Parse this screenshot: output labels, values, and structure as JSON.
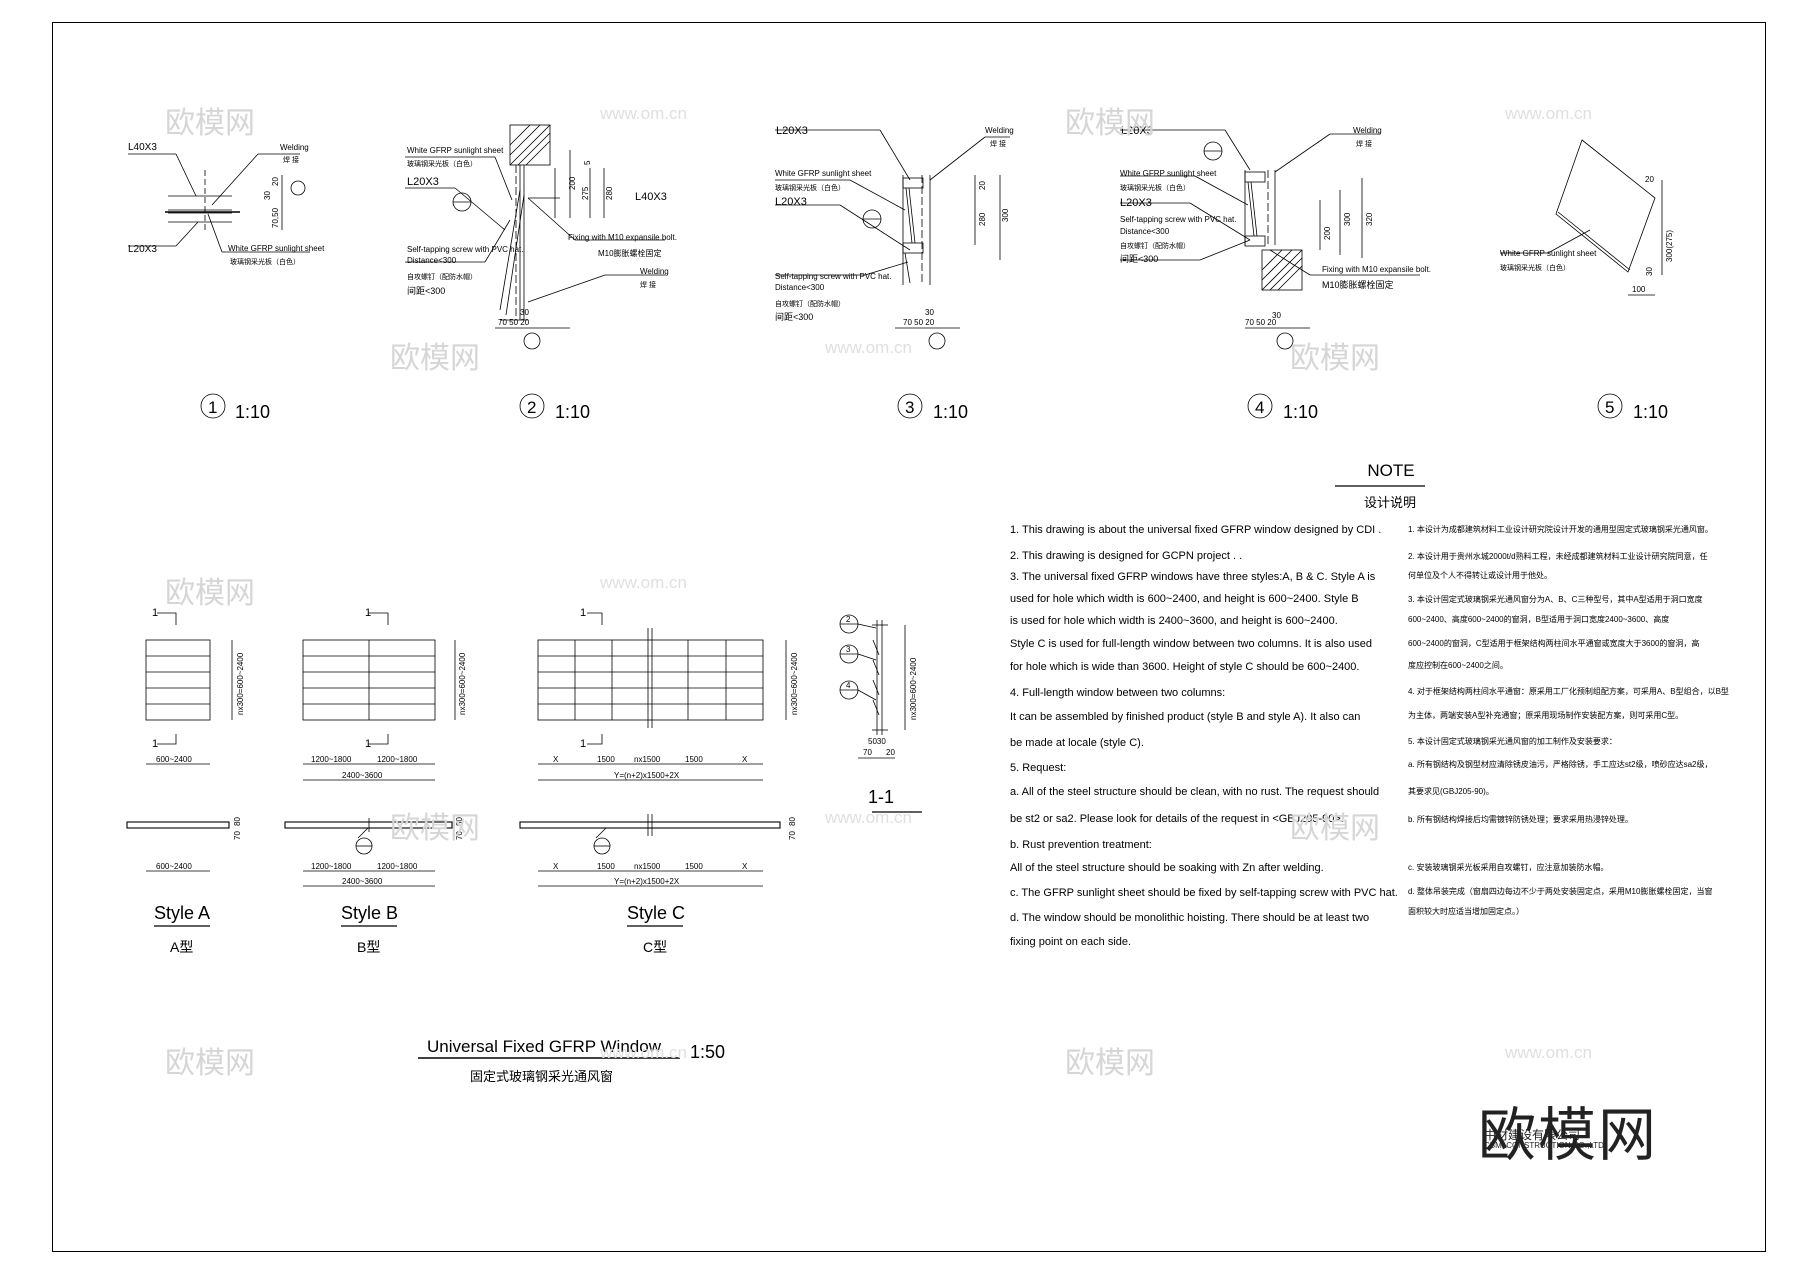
{
  "details": [
    {
      "num": "1",
      "scale": "1:10",
      "labels": {
        "top_section": "L40X3",
        "bottom_section": "L20X3",
        "weld_en": "Welding",
        "weld_cn": "焊 接",
        "sheet_en": "White GFRP sunlight sheet",
        "sheet_cn": "玻璃钢采光板（白色）"
      },
      "dims": {
        "d20": "20",
        "d30": "30",
        "d70_50": "70,50"
      }
    },
    {
      "num": "2",
      "scale": "1:10",
      "labels": {
        "sheet_en": "White GFRP sunlight sheet",
        "sheet_cn": "玻璃钢采光板（白色）",
        "l20": "L20X3",
        "l40": "L40X3",
        "fix_en": "Fixing with M10 expansile bolt.",
        "fix_cn": "M10膨胀螺栓固定",
        "screw_en1": "Self-tapping screw with PVC hat.",
        "screw_en2": "Distance<300",
        "screw_cn1": "自攻螺钉（配防水帽）",
        "screw_cn2": "间距<300",
        "weld_en": "Welding",
        "weld_cn": "焊 接"
      },
      "dims": {
        "d200": "200",
        "d275": "275",
        "d5": "5",
        "d280": "280",
        "d30": "30",
        "bottom": "70 50  20"
      }
    },
    {
      "num": "3",
      "scale": "1:10",
      "labels": {
        "l20a": "L20X3",
        "sheet_en": "White GFRP sunlight sheet",
        "sheet_cn": "玻璃钢采光板（白色）",
        "l20b": "L20X3",
        "weld_en": "Welding",
        "weld_cn": "焊 接",
        "screw_en1": "Self-tapping screw with PVC hat.",
        "screw_en2": "Distance<300",
        "screw_cn1": "自攻螺钉（配防水帽）",
        "screw_cn2": "间距<300"
      },
      "dims": {
        "d20": "20",
        "d280": "280",
        "d300": "300",
        "d30": "30",
        "bottom": "70 50  20"
      }
    },
    {
      "num": "4",
      "scale": "1:10",
      "labels": {
        "l20a": "L20X3",
        "weld_en": "Welding",
        "weld_cn": "焊 接",
        "sheet_en": "White GFRP sunlight sheet",
        "sheet_cn": "玻璃钢采光板（白色）",
        "l20b": "L20X3",
        "screw_en1": "Self-tapping screw with PVC hat.",
        "screw_en2": "Distance<300",
        "screw_cn1": "自攻螺钉（配防水帽）",
        "screw_cn2": "间距<300",
        "fix_en": "Fixing with M10 expansile bolt.",
        "fix_cn": "M10膨胀螺栓固定"
      },
      "dims": {
        "d200": "200",
        "d300": "300",
        "d320": "320",
        "d30": "30",
        "bottom": "70 50  20"
      }
    },
    {
      "num": "5",
      "scale": "1:10",
      "labels": {
        "sheet_en": "White GFRP sunlight sheet",
        "sheet_cn": "玻璃钢采光板（白色）"
      },
      "dims": {
        "d20": "20",
        "d300": "300(275)",
        "d30": "30",
        "d100": "100"
      }
    }
  ],
  "windows": {
    "section_mark": "1",
    "style_a": {
      "name": "Style A",
      "name_cn": "A型",
      "width": "600~2400",
      "height": "nx300=600~2400",
      "plan_width": "600~2400",
      "plan_d70": "70",
      "plan_d80": "80"
    },
    "style_b": {
      "name": "Style B",
      "name_cn": "B型",
      "half_w1": "1200~1800",
      "half_w2": "1200~1800",
      "width": "2400~3600",
      "height": "nx300=600~2400",
      "plan_half1": "1200~1800",
      "plan_half2": "1200~1800",
      "plan_width": "2400~3600",
      "plan_d70": "70",
      "plan_d80": "80"
    },
    "style_c": {
      "name": "Style C",
      "name_cn": "C型",
      "seg_x1": "X",
      "seg_1500a": "1500",
      "seg_n": "nx1500",
      "seg_1500b": "1500",
      "seg_x2": "X",
      "total": "Y=(n+2)x1500+2X",
      "height": "nx300=600~2400",
      "plan_d70": "70",
      "plan_d80": "80"
    },
    "section_11": {
      "title": "1-1",
      "height": "nx300=600~2400",
      "d5030": "5030",
      "d70": "70",
      "d20": "20",
      "tags": [
        "2",
        "3",
        "4"
      ]
    }
  },
  "main_title": {
    "text": "Universal Fixed GFRP Window",
    "scale": "1:50",
    "cn": "固定式玻璃钢采光通风窗"
  },
  "note": {
    "heading": "NOTE",
    "heading_cn": "设计说明",
    "en_lines": [
      "1. This drawing is about the universal fixed GFRP window designed by CDI .",
      "2. This drawing is designed for GCPN project . .",
      "3. The universal fixed GFRP windows have three styles:A, B & C. Style A is",
      "    used for hole which width is 600~2400, and height is 600~2400. Style B",
      "    is used  for hole which width is 2400~3600, and height is 600~2400.",
      "    Style C is used for full-length window between two columns. It is also used",
      "    for hole which is wide than 3600. Height of style C should be 600~2400.",
      "4. Full-length window between two columns:",
      "     It can be assembled by finished product (style B and style A). It also can",
      "     be made at locale (style C).",
      "5. Request:",
      "a. All of the steel structure should be clean, with no rust. The request should",
      "    be st2 or  sa2. Please look for details of the request in <GBJ205-90>.",
      "b. Rust prevention treatment:",
      "    All of the steel structure should be soaking with Zn after welding.",
      "c. The GFRP sunlight sheet should be fixed by self-tapping screw with PVC hat.",
      "d. The window should be monolithic hoisting. There should be at least two",
      "        fixing point on each side."
    ],
    "cn_lines": [
      "1. 本设计为成都建筑材料工业设计研究院设计开发的通用型固定式玻璃钢采光通风窗。",
      "2. 本设计用于贵州水城2000t/d熟料工程，未经成都建筑材料工业设计研究院同意，任",
      "    何单位及个人不得转让或设计用于他处。",
      "3. 本设计固定式玻璃钢采光通风窗分为A、B、C三种型号，其中A型适用于洞口宽度",
      "    600~2400、高度600~2400的窗洞，B型适用于洞口宽度2400~3600、高度",
      "    600~2400的窗洞，C型适用于框架结构两柱间水平通窗或宽度大于3600的窗洞，高",
      "    度应控制在600~2400之间。",
      "4. 对于框架结构两柱间水平通窗：原采用工厂化预制组配方案，可采用A、B型组合，以B型",
      "    为主体，两端安装A型补充通窗；原采用现场制作安装配方案，则可采用C型。",
      "5. 本设计固定式玻璃钢采光通风窗的加工制作及安装要求：",
      "   a. 所有钢结构及钢型材应清除锈皮油污，严格除锈，手工应达st2级，喷砂应达sa2级，",
      "       其要求见(GBJ205-90)。",
      "   b. 所有钢结构焊接后均需镀锌防锈处理；要求采用热浸锌处理。",
      "",
      "   c. 安装玻璃钢采光板采用自攻螺钉，应注意加装防水帽。",
      "   d. 整体吊装完成（窗扇四边每边不少于两处安装固定点，采用M10膨胀螺栓固定，当窗",
      "       面积较大时应适当增加固定点。）"
    ]
  },
  "watermark": {
    "brand_big": "欧模网",
    "company": "中材建设有限公司",
    "company_en": "CBMI CONSTRUCTION CO.,LTD",
    "tile": "欧模网",
    "url": "www.om.cn"
  }
}
